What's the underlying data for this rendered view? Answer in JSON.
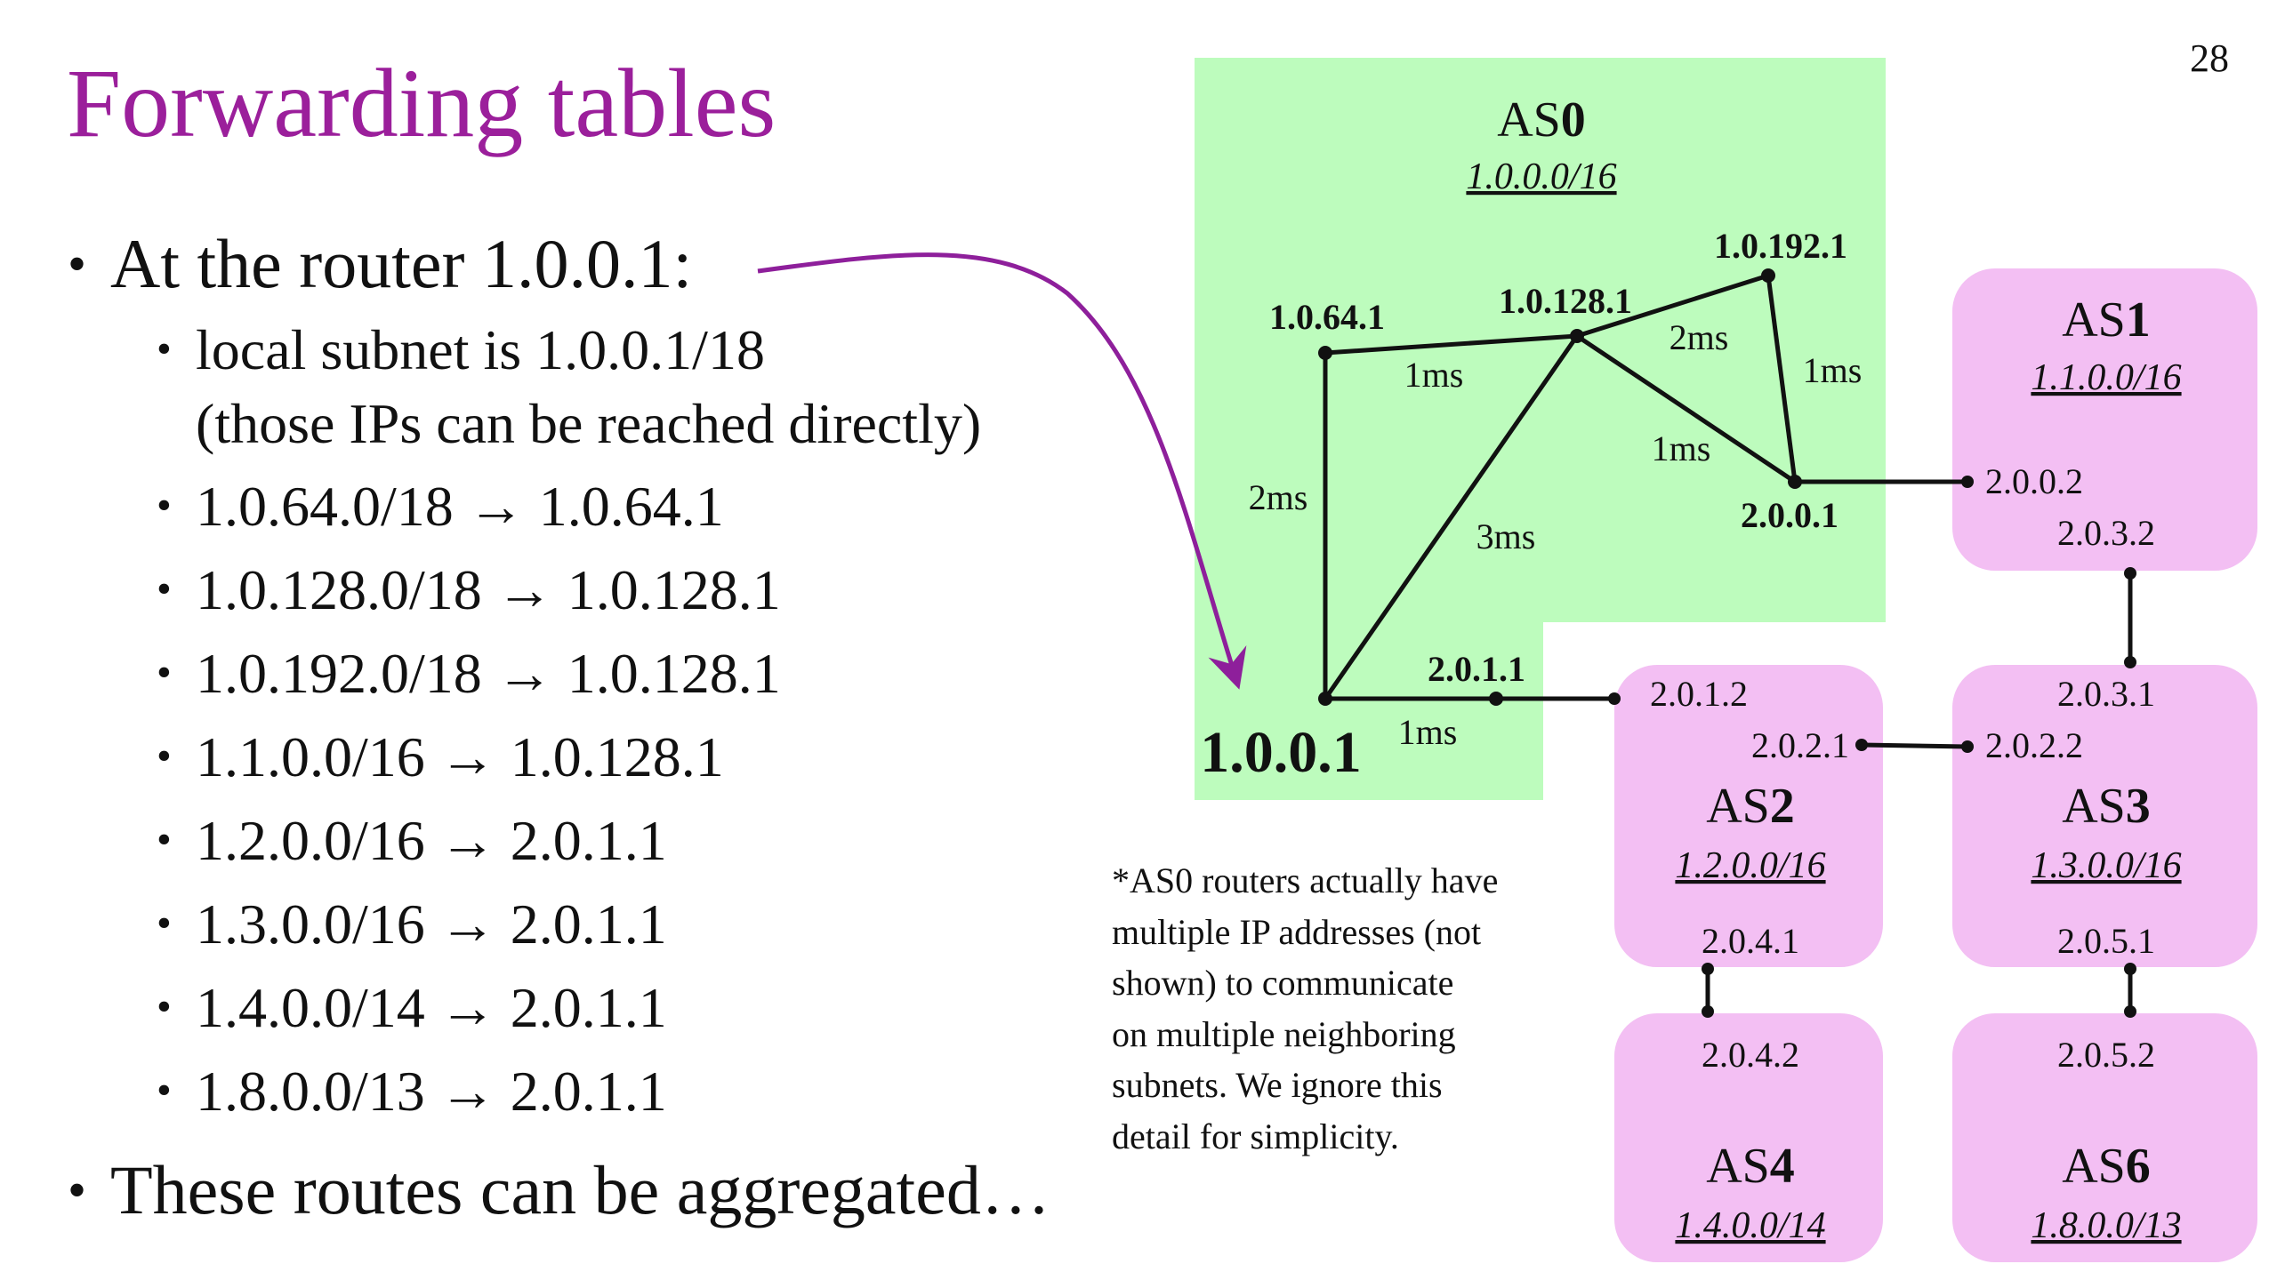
{
  "slide": {
    "number": "28",
    "title": "Forwarding tables",
    "bullets": {
      "router": "At the router 1.0.0.1:",
      "subnet_line1": "local subnet is 1.0.0.1/18",
      "subnet_line2": "(those IPs can be reached directly)",
      "routes": [
        {
          "text": "1.0.64.0/18 → 1.0.64.1"
        },
        {
          "text": "1.0.128.0/18 → 1.0.128.1"
        },
        {
          "text": "1.0.192.0/18 → 1.0.128.1"
        },
        {
          "text": "1.1.0.0/16 → 1.0.128.1"
        },
        {
          "text": "1.2.0.0/16 → 2.0.1.1"
        },
        {
          "text": "1.3.0.0/16 → 2.0.1.1"
        },
        {
          "text": "1.4.0.0/14 → 2.0.1.1"
        },
        {
          "text": "1.8.0.0/13 → 2.0.1.1"
        }
      ],
      "aggregated": "These routes can be aggregated…"
    },
    "note": [
      "*AS0 routers actually have",
      "multiple IP addresses (not",
      "shown) to communicate",
      "on multiple neighboring",
      "subnets.  We ignore this",
      "detail for simplicity."
    ]
  },
  "diagram": {
    "colors": {
      "as0_fill": "#bdfcbd",
      "as_fill": "#f3bff3",
      "title_color": "#9b1f9b",
      "arrow_color": "#8e1f9b",
      "line_color": "#111111"
    },
    "as0": {
      "name_prefix": "AS",
      "name_num": "0",
      "prefix": "1.0.0.0/16"
    },
    "routers": {
      "r_1_0_0_1": "1.0.0.1",
      "r_1_0_64_1": "1.0.64.1",
      "r_1_0_128_1": "1.0.128.1",
      "r_1_0_192_1": "1.0.192.1",
      "r_2_0_0_1": "2.0.0.1",
      "r_2_0_1_1": "2.0.1.1"
    },
    "links": {
      "l_64_128": "1ms",
      "l_128_192": "2ms",
      "l_192_2001": "1ms",
      "l_128_2001": "1ms",
      "l_1001_64": "2ms",
      "l_1001_128": "3ms",
      "l_1001_2011": "1ms"
    },
    "as_boxes": [
      {
        "id": "as1",
        "name_prefix": "AS",
        "name_num": "1",
        "prefix": "1.1.0.0/16",
        "iface": [
          "2.0.0.2",
          "2.0.3.2"
        ]
      },
      {
        "id": "as2",
        "name_prefix": "AS",
        "name_num": "2",
        "prefix": "1.2.0.0/16",
        "iface": [
          "2.0.1.2",
          "2.0.2.1",
          "2.0.4.1"
        ]
      },
      {
        "id": "as3",
        "name_prefix": "AS",
        "name_num": "3",
        "prefix": "1.3.0.0/16",
        "iface": [
          "2.0.3.1",
          "2.0.2.2",
          "2.0.5.1"
        ]
      },
      {
        "id": "as4",
        "name_prefix": "AS",
        "name_num": "4",
        "prefix": "1.4.0.0/14",
        "iface": [
          "2.0.4.2"
        ]
      },
      {
        "id": "as6",
        "name_prefix": "AS",
        "name_num": "6",
        "prefix": "1.8.0.0/13",
        "iface": [
          "2.0.5.2"
        ]
      }
    ]
  }
}
